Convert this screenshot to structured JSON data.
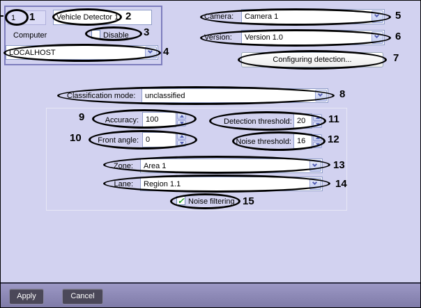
{
  "identity": {
    "id_value": "1",
    "name_value": "Vehicle Detector 1",
    "computer_label": "Computer",
    "disable_label": "Disable",
    "computer_value": "LOCALHOST"
  },
  "camera": {
    "label": "Camera:",
    "value": "Camera 1"
  },
  "version": {
    "label": "Version:",
    "value": "Version 1.0"
  },
  "actions": {
    "configure_label": "Configuring detection..."
  },
  "classification": {
    "label": "Classification mode:",
    "value": "unclassified"
  },
  "detection_group": {
    "accuracy": {
      "label": "Accuracy:",
      "value": "100"
    },
    "front_angle": {
      "label": "Front angle:",
      "value": "0"
    },
    "detection_threshold": {
      "label": "Detection threshold:",
      "value": "20"
    },
    "noise_threshold": {
      "label": "Noise threshold:",
      "value": "16"
    },
    "zone": {
      "label": "Zone:",
      "value": "Area 1"
    },
    "lane": {
      "label": "Lane:",
      "value": "Region 1.1"
    },
    "noise_filtering_label": "Noise filtering",
    "noise_filtering_checked": true
  },
  "footer": {
    "apply_label": "Apply",
    "cancel_label": "Cancel"
  },
  "callouts": [
    "1",
    "2",
    "3",
    "4",
    "5",
    "6",
    "7",
    "8",
    "9",
    "10",
    "11",
    "12",
    "13",
    "14",
    "15"
  ],
  "icons": {
    "check_glyph": "✓"
  },
  "colors": {
    "background": "#d2d2f0",
    "panel_border": "#7d7dbd",
    "footer_bar": "#8d89b6",
    "footer_button": "#4b4859",
    "callout": "#000000",
    "checkmark_green": "#21a121",
    "control_accent": "#5560b5"
  }
}
